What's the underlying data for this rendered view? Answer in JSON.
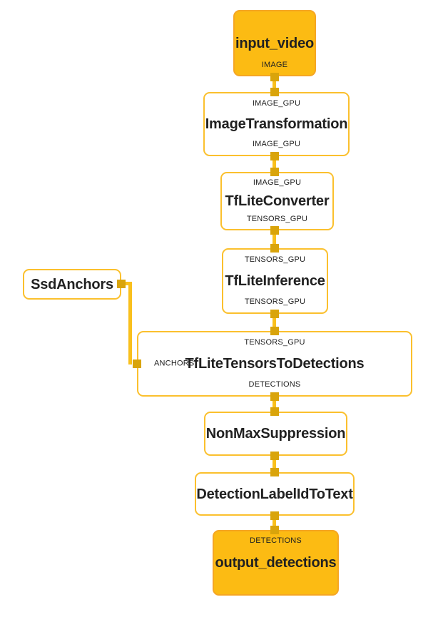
{
  "colors": {
    "node_border": "#FBC02D",
    "node_fill": "#FFFFFF",
    "packet_node_fill": "#FCBB13",
    "packet_node_border": "#F5A623",
    "edge": "#F9C01D",
    "port": "#D9A40B",
    "text": "#212121"
  },
  "nodes": {
    "input_video": {
      "title": "input_video",
      "output_stream": "IMAGE"
    },
    "image_transformation": {
      "input_stream": "IMAGE_GPU",
      "title": "ImageTransformation",
      "output_stream": "IMAGE_GPU"
    },
    "tflite_converter": {
      "input_stream": "IMAGE_GPU",
      "title": "TfLiteConverter",
      "output_stream": "TENSORS_GPU"
    },
    "tflite_inference": {
      "input_stream": "TENSORS_GPU",
      "title": "TfLiteInference",
      "output_stream": "TENSORS_GPU"
    },
    "ssd_anchors": {
      "title": "SsdAnchors"
    },
    "tflite_tensors_to_detections": {
      "input_stream": "TENSORS_GPU",
      "side_input": "ANCHORS",
      "title": "TfLiteTensorsToDetections",
      "output_stream": "DETECTIONS"
    },
    "non_max_suppression": {
      "title": "NonMaxSuppression"
    },
    "detection_label_id_to_text": {
      "title": "DetectionLabelIdToText"
    },
    "output_detections": {
      "input_stream": "DETECTIONS",
      "title": "output_detections"
    }
  }
}
